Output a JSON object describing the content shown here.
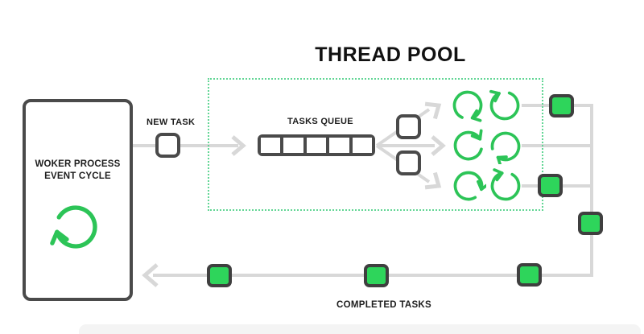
{
  "title": "THREAD POOL",
  "worker_box": {
    "line1": "WOKER PROCESS",
    "line2": "EVENT CYCLE"
  },
  "flow": {
    "new_task_label": "NEW TASK",
    "tasks_queue_label": "TASKS QUEUE",
    "completed_tasks_label": "COMPLETED TASKS"
  },
  "queue": {
    "cell_count": 5,
    "queued_tasks_visible": 0
  },
  "thread_pool": {
    "cycle_icon_count": 6,
    "dispatch_squares": 2
  },
  "completed_tasks": {
    "green_square_count": 6
  },
  "icons": {
    "worker_cycle": "circular-arrow",
    "thread_cycle": "circular-arrow",
    "task": "outlined-square",
    "completed_task": "green-filled-square"
  },
  "colors": {
    "green": "#2cc457",
    "green_fill": "#2ed55b",
    "dark_border": "#4a4a4a",
    "line_gray": "#d8d8d8",
    "dotted_green": "#62d695",
    "band": "#f4f4f4"
  }
}
